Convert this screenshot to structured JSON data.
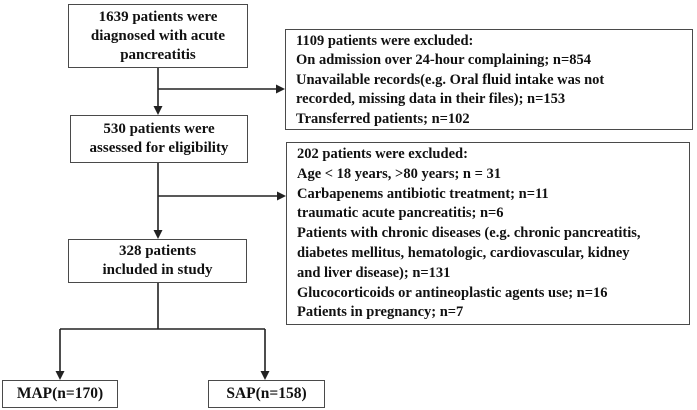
{
  "flow": {
    "diagnosed_box": {
      "lines": [
        "1639 patients were",
        "diagnosed with acute",
        "pancreatitis"
      ]
    },
    "excluded1_box": {
      "lines": [
        "1109 patients were excluded:",
        "On admission over 24-hour complaining; n=854",
        "Unavailable records(e.g. Oral fluid intake was not",
        "recorded, missing data in their files); n=153",
        "Transferred patients; n=102"
      ]
    },
    "assessed_box": {
      "lines": [
        "530 patients were",
        "assessed for eligibility"
      ]
    },
    "excluded2_box": {
      "lines": [
        "202 patients were excluded:",
        "Age < 18 years, >80 years; n = 31",
        "Carbapenems antibiotic treatment; n=11",
        "traumatic acute pancreatitis; n=6",
        "Patients with chronic diseases (e.g. chronic pancreatitis,",
        "diabetes mellitus, hematologic, cardiovascular, kidney",
        "and liver disease); n=131",
        "Glucocorticoids or antineoplastic agents use; n=16",
        "Patients in pregnancy; n=7"
      ]
    },
    "included_box": {
      "lines": [
        "328 patients",
        "included in study"
      ]
    },
    "map_box": {
      "label": "MAP(n=170)"
    },
    "sap_box": {
      "label": "SAP(n=158)"
    },
    "colors": {
      "line": "#222222",
      "border": "#4a4a4a",
      "text": "#111111",
      "background": "#ffffff"
    }
  }
}
